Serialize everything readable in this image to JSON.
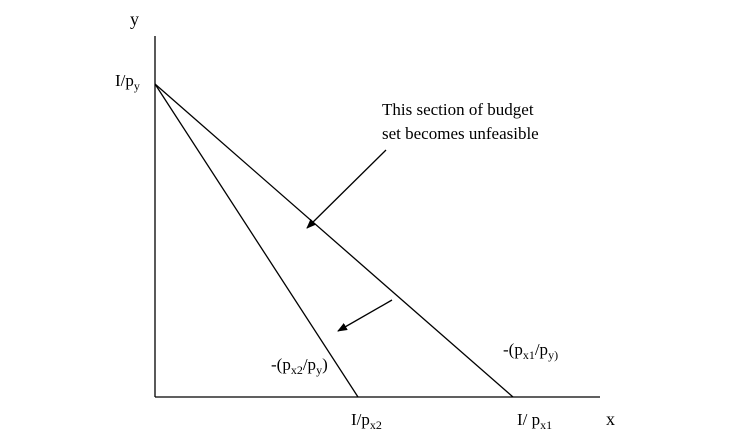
{
  "axes": {
    "y_label": "y",
    "x_label": "x"
  },
  "labels": {
    "y_intercept": {
      "main": "I/p",
      "sub": "y"
    },
    "x_intercept_2": {
      "main": "I/p",
      "sub": "x2"
    },
    "x_intercept_1": {
      "main": "I/ p",
      "sub": "x1"
    },
    "slope_2": {
      "prefix": "-(p",
      "sub1": "x2",
      "mid": "/p",
      "sub2": "y",
      "suffix": ")"
    },
    "slope_1": {
      "prefix": "-(p",
      "sub1": "x1",
      "mid": "/p",
      "sub2": "y)",
      "suffix": ""
    }
  },
  "annotation": {
    "line1": "This section of budget",
    "line2": "set becomes unfeasible"
  },
  "colors": {
    "stroke": "#000000",
    "background": "#ffffff"
  }
}
